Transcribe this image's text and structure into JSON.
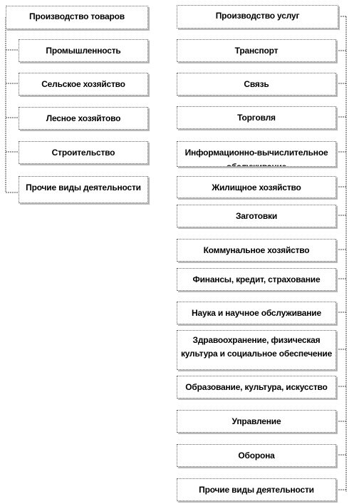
{
  "goods": {
    "header": "Производство товаров",
    "items": [
      "Промышленность",
      "Сельское хозяйство",
      "Лесное хозяйтово",
      "Строительство",
      "Прочие виды деятельности"
    ]
  },
  "services": {
    "header": "Производство услуг",
    "items": [
      "Транспорт",
      "Связь",
      "Торговля",
      "Информационно-вычислительное обслуживание",
      "Жилищное хозяйство",
      "Заготовки",
      "Коммунальное хозяйство",
      "Финансы, кредит, страхование",
      "Наука и научное обслуживание",
      "Здравоохранение, физическая культура и социальное обеспечение",
      "Образование, культура, искусство",
      "Управление",
      "Оборона",
      "Прочие виды деятельности"
    ]
  }
}
